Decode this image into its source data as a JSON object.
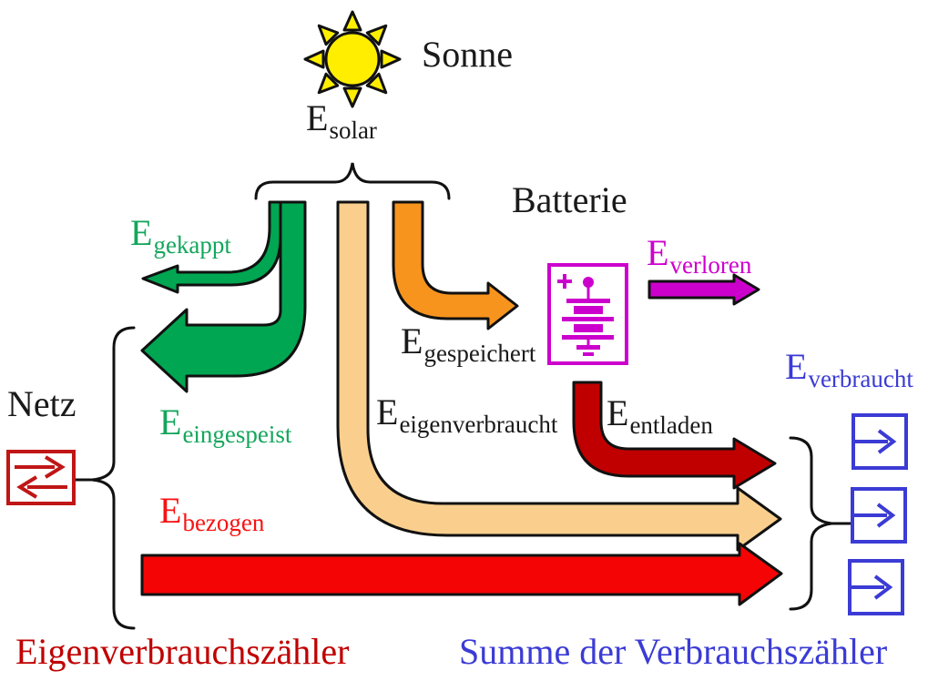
{
  "colors": {
    "green": "#00A651",
    "tan": "#FACF8E",
    "orange": "#F7941D",
    "red": "#F40404",
    "dark_red": "#C00000",
    "netz_red": "#C01616",
    "magenta": "#CC00CC",
    "blue": "#3B3BD5",
    "sun_yellow": "#FFEE00",
    "outline": "#111111"
  },
  "labels": {
    "sonne": "Sonne",
    "batterie": "Batterie",
    "netz": "Netz",
    "eigenverbrauchszaehler": "Eigenverbrauchszähler",
    "summe_der_verbrauchszaehler": "Summe der Verbrauchszähler"
  },
  "energy": {
    "solar": {
      "main": "E",
      "sub": "solar"
    },
    "gekappt": {
      "main": "E",
      "sub": "gekappt"
    },
    "eingespeist": {
      "main": "E",
      "sub": "eingespeist"
    },
    "eigenverbraucht": {
      "main": "E",
      "sub": "eigenverbraucht"
    },
    "gespeichert": {
      "main": "E",
      "sub": "gespeichert"
    },
    "verloren": {
      "main": "E",
      "sub": "verloren"
    },
    "entladen": {
      "main": "E",
      "sub": "entladen"
    },
    "verbraucht": {
      "main": "E",
      "sub": "verbraucht"
    },
    "bezogen": {
      "main": "E",
      "sub": "bezogen"
    }
  },
  "icons": {
    "sun": "sun-icon",
    "battery": "battery-icon",
    "grid_meter": "grid-bidirectional-meter-icon",
    "consumption_meter": "consumption-meter-icon",
    "consumption_meter_count": 3
  },
  "flows": [
    {
      "label_sub": "gekappt",
      "color": "green",
      "from": "solar",
      "to": "clipped"
    },
    {
      "label_sub": "eingespeist",
      "color": "green",
      "from": "solar",
      "to": "netz"
    },
    {
      "label_sub": "eigenverbraucht",
      "color": "tan",
      "from": "solar",
      "to": "verbraucher"
    },
    {
      "label_sub": "gespeichert",
      "color": "orange",
      "from": "solar",
      "to": "batterie"
    },
    {
      "label_sub": "verloren",
      "color": "magenta",
      "from": "batterie",
      "to": "losses"
    },
    {
      "label_sub": "entladen",
      "color": "dark_red",
      "from": "batterie",
      "to": "verbraucher"
    },
    {
      "label_sub": "bezogen",
      "color": "red",
      "from": "netz",
      "to": "verbraucher"
    }
  ]
}
